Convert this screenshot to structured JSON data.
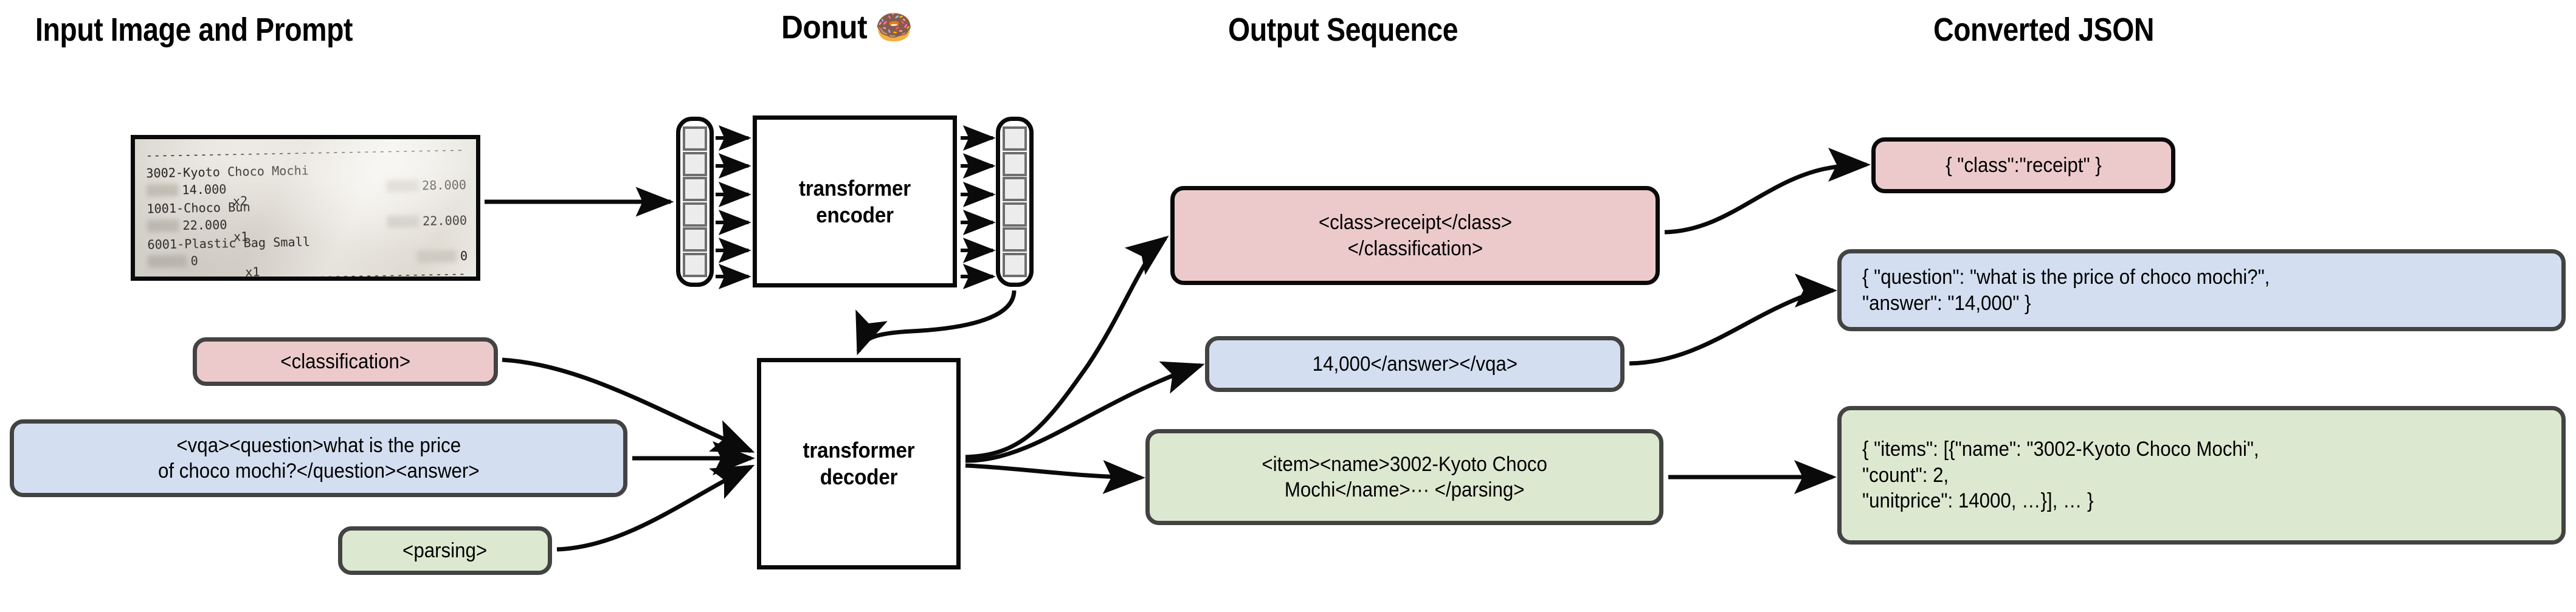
{
  "headings": [
    {
      "id": "input-image-and-prompt",
      "label": "Input Image and Prompt"
    },
    {
      "id": "donut",
      "label": "Donut 🍩"
    },
    {
      "id": "output-sequence",
      "label": "Output Sequence"
    },
    {
      "id": "converted-json",
      "label": "Converted JSON"
    }
  ],
  "receipt": {
    "dash_top": "--------------------------------------------",
    "dash_bottom": "--------------------------------------------",
    "lines": [
      {
        "name": "3002-Kyoto Choco Mochi"
      },
      {
        "price": "14.000",
        "qty": "x2",
        "total": "28.000"
      },
      {
        "name": "1001-Choco Bun"
      },
      {
        "price": "22.000",
        "qty": "x1",
        "total": "22.000"
      },
      {
        "name": "6001-Plastic Bag Small"
      },
      {
        "price": "0",
        "qty": "x1",
        "total": "0"
      }
    ]
  },
  "model": {
    "encoder_label": "transformer\nencoder",
    "decoder_label": "transformer\ndecoder",
    "token_count_in": 6,
    "token_count_out": 6
  },
  "prompts": [
    {
      "id": "prompt-classification",
      "text": "<classification>",
      "color": "#eccacb"
    },
    {
      "id": "prompt-vqa",
      "text": "<vqa><question>what is the price\nof choco mochi?</question><answer>",
      "color": "#d3dff0"
    },
    {
      "id": "prompt-parsing",
      "text": "<parsing>",
      "color": "#dde8d0"
    }
  ],
  "outputs": [
    {
      "id": "output-classification",
      "text": "<class>receipt</class>\n</classification>",
      "color": "#eccacb"
    },
    {
      "id": "output-vqa",
      "text": "14,000</answer></vqa>",
      "color": "#d3dff0"
    },
    {
      "id": "output-parsing",
      "text": "<item><name>3002-Kyoto Choco\nMochi</name>··· </parsing>",
      "color": "#dde8d0"
    }
  ],
  "json_results": [
    {
      "id": "json-classification",
      "text": "{ \"class\":\"receipt\" }",
      "color": "#eccacb"
    },
    {
      "id": "json-vqa",
      "text": "{ \"question\": \"what is the price of choco mochi?\",\n   \"answer\": \"14,000\" }",
      "color": "#d3dff0"
    },
    {
      "id": "json-parsing",
      "text": "{ \"items\": [{\"name\": \"3002-Kyoto Choco Mochi\",\n     \"count\": 2,\n     \"unitprice\": 14000, …}], … }",
      "color": "#dde8d0"
    }
  ],
  "colors": {
    "pink": "#eccacb",
    "blue": "#d3dff0",
    "green": "#dde8d0",
    "border_black": "#0a0a0a",
    "border_gray": "#434343",
    "token_fill": "#ececec",
    "token_border": "#6e6e6e"
  }
}
